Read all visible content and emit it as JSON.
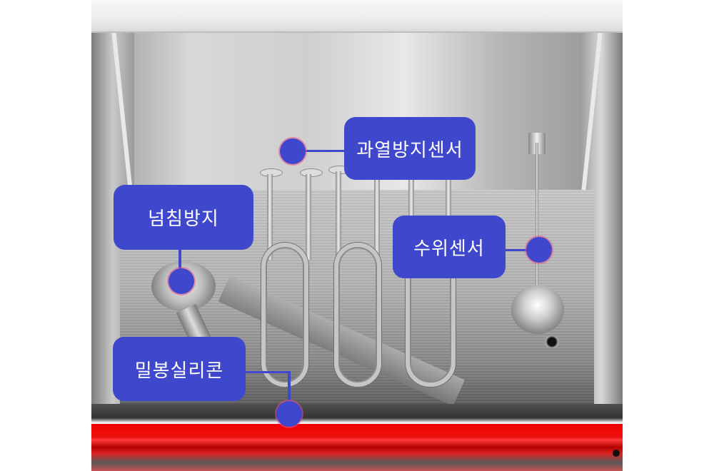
{
  "image": {
    "subject": "stainless steel tank interior with heating elements",
    "accent_color": "#3f48cc",
    "band_color": "#ee1010"
  },
  "annotations": [
    {
      "id": "overheat-sensor",
      "label": "과열방지센서"
    },
    {
      "id": "overflow-prevention",
      "label": "넘침방지"
    },
    {
      "id": "water-level-sensor",
      "label": "수위센서"
    },
    {
      "id": "sealing-silicone",
      "label": "밀봉실리콘"
    }
  ]
}
